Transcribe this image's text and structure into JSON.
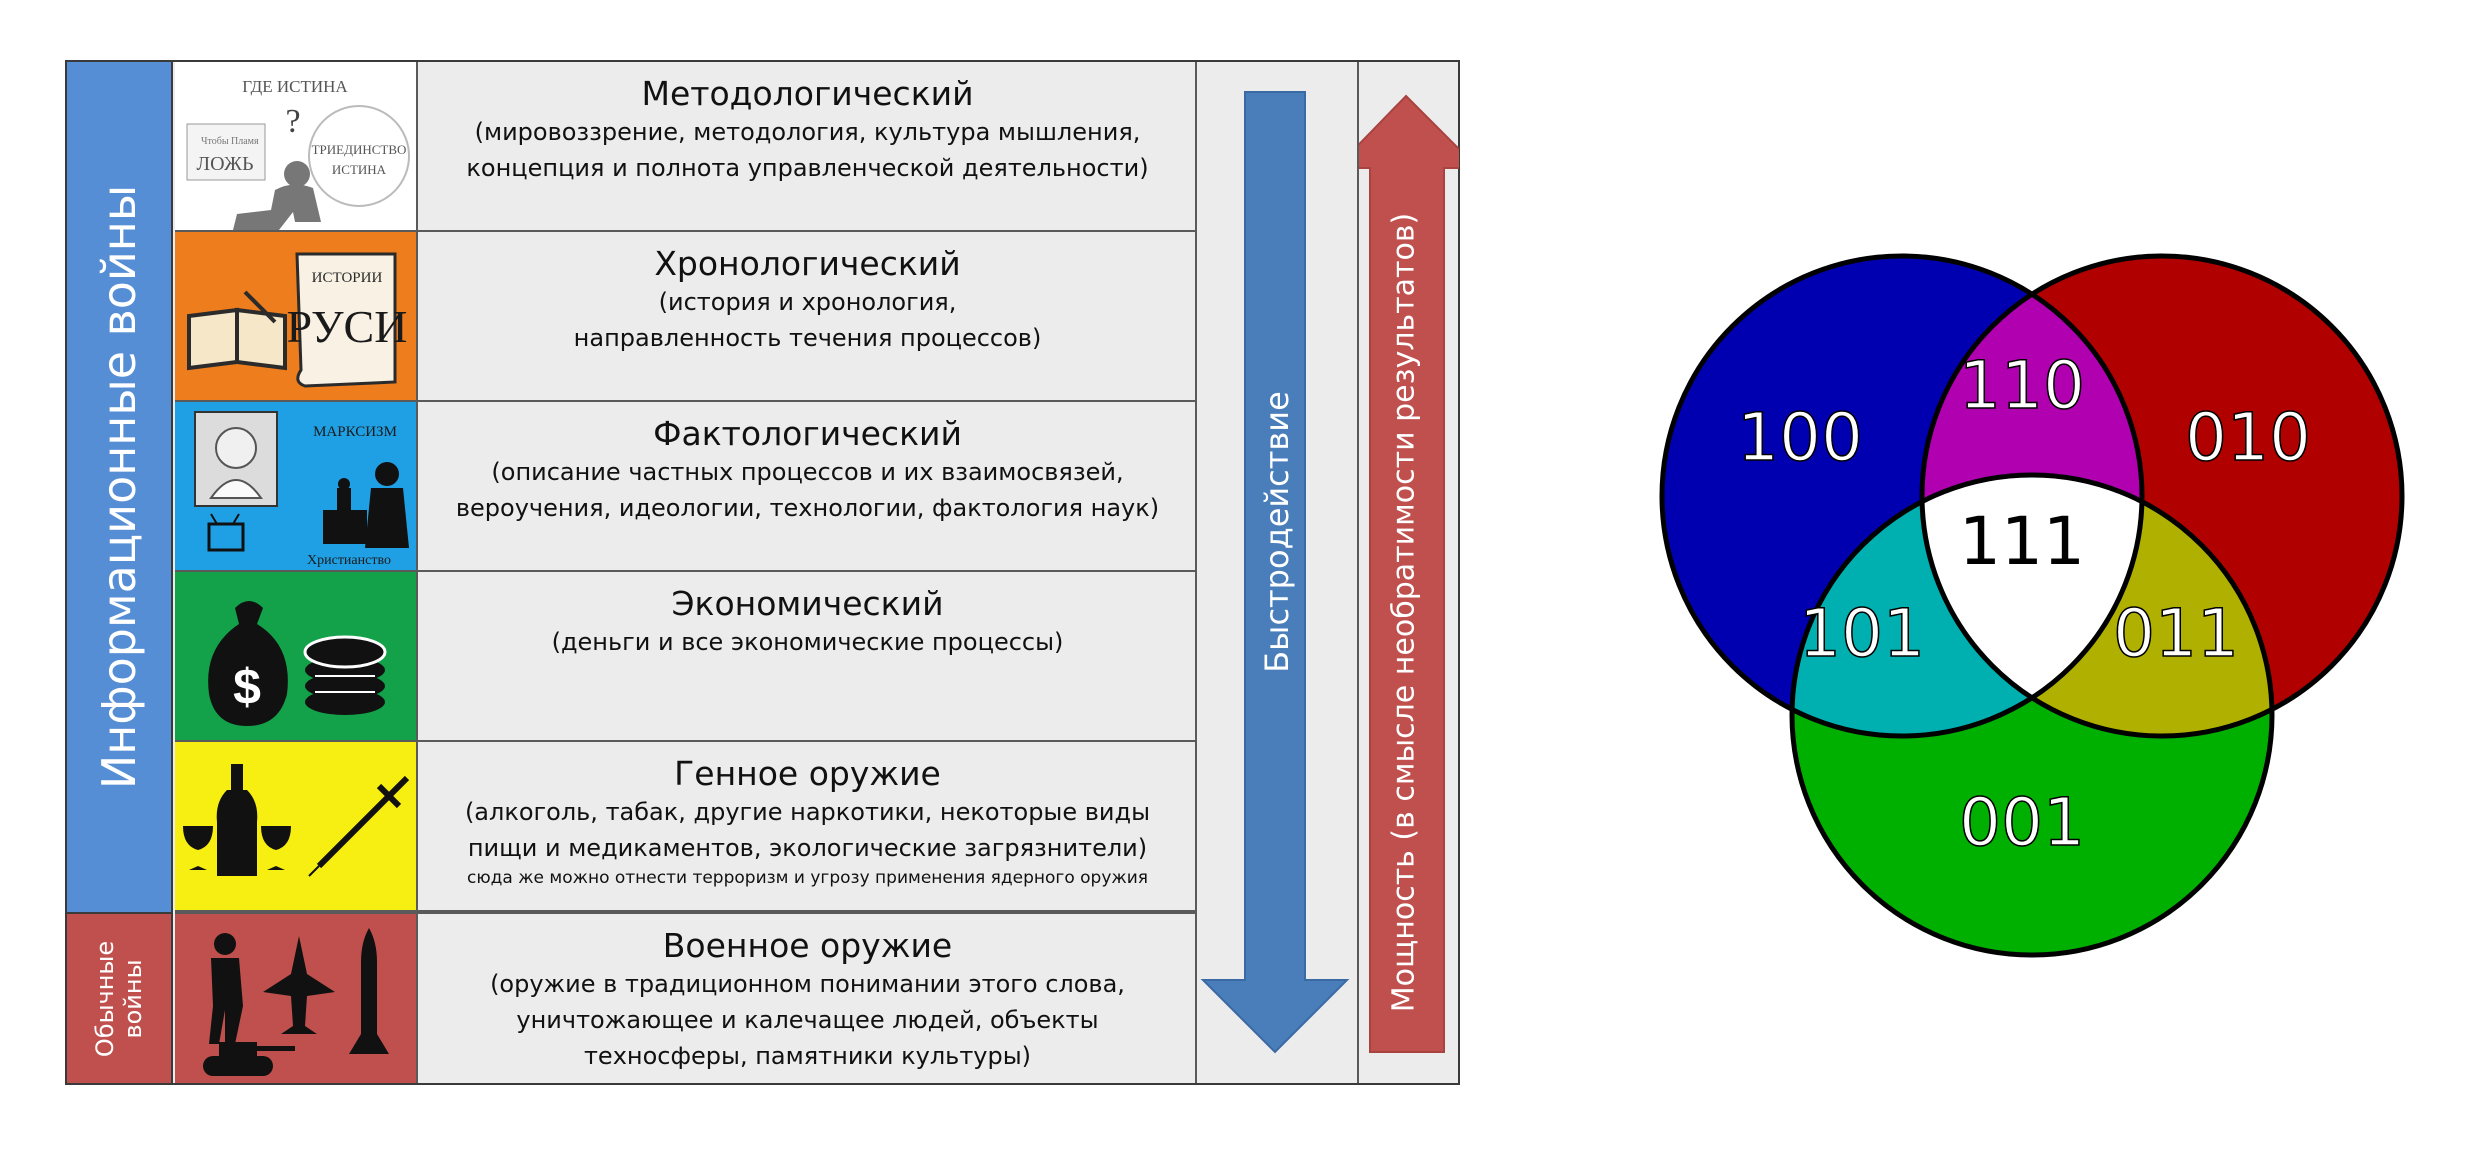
{
  "left_table": {
    "info_wars_label": "Информационные войны",
    "regular_wars_label": "Обычные войны",
    "speed_label": "Быстродействие",
    "power_label": "Мощность (в смысле необратимости результатов)",
    "rows": [
      {
        "title": "Методологический",
        "desc": [
          "(мировоззрение, методология, культура мышления,",
          "концепция и полнота управленческой деятельности)"
        ],
        "color": "#ffffff",
        "icon_texts": {
          "heading": "ГДЕ ИСТИНА",
          "question": "?",
          "lie": "ЛОЖЬ",
          "small1": "Чтобы",
          "small2": "Пламя",
          "trinity": "ТРИЕДИНСТВО",
          "truth": "ИСТИНА"
        }
      },
      {
        "title": "Хронологический",
        "desc": [
          "(история и хронология,",
          "направленность течения процессов)"
        ],
        "color": "#ee7d1e",
        "icon_texts": {
          "scroll_top": "ИСТОРИИ",
          "scroll_main": "РУСИ"
        }
      },
      {
        "title": "Фактологический",
        "desc": [
          "(описание частных процессов и их взаимосвязей,",
          "вероучения, идеологии, технологии, фактология наук)"
        ],
        "color": "#1fa0e4",
        "icon_texts": {
          "marxism": "МАРКСИЗМ",
          "christianity": "Христианство"
        }
      },
      {
        "title": "Экономический",
        "desc": [
          "(деньги и все экономические процессы)"
        ],
        "color": "#13a14a",
        "icon_texts": {
          "dollar": "$"
        }
      },
      {
        "title": "Генное оружие",
        "desc": [
          "(алкоголь, табак, другие наркотики, некоторые виды",
          "пищи и медикаментов, экологические загрязнители)"
        ],
        "note": "сюда же можно отнести терроризм и угрозу применения ядерного оружия",
        "color": "#f7ee12",
        "icon_texts": {}
      },
      {
        "title": "Военное оружие",
        "desc": [
          "(оружие в традиционном понимании этого слова,",
          "уничтожающее и калечащее людей, объекты",
          "техносферы, памятники культуры)"
        ],
        "color": "#c0504d",
        "icon_texts": {}
      }
    ],
    "colors": {
      "info_wars_bg": "#558ed5",
      "regular_wars_bg": "#c0504d",
      "down_arrow": "#4a7ebb",
      "up_arrow": "#c0504d"
    }
  },
  "venn": {
    "regions": {
      "r100": "100",
      "r010": "010",
      "r001": "001",
      "r110": "110",
      "r101": "101",
      "r011": "011",
      "r111": "111"
    },
    "colors": {
      "blue": "#0000b0",
      "red": "#b00000",
      "green": "#00b000",
      "magenta": "#b000b0",
      "cyan": "#00b0b0",
      "olive": "#b0b000",
      "white": "#ffffff"
    }
  }
}
